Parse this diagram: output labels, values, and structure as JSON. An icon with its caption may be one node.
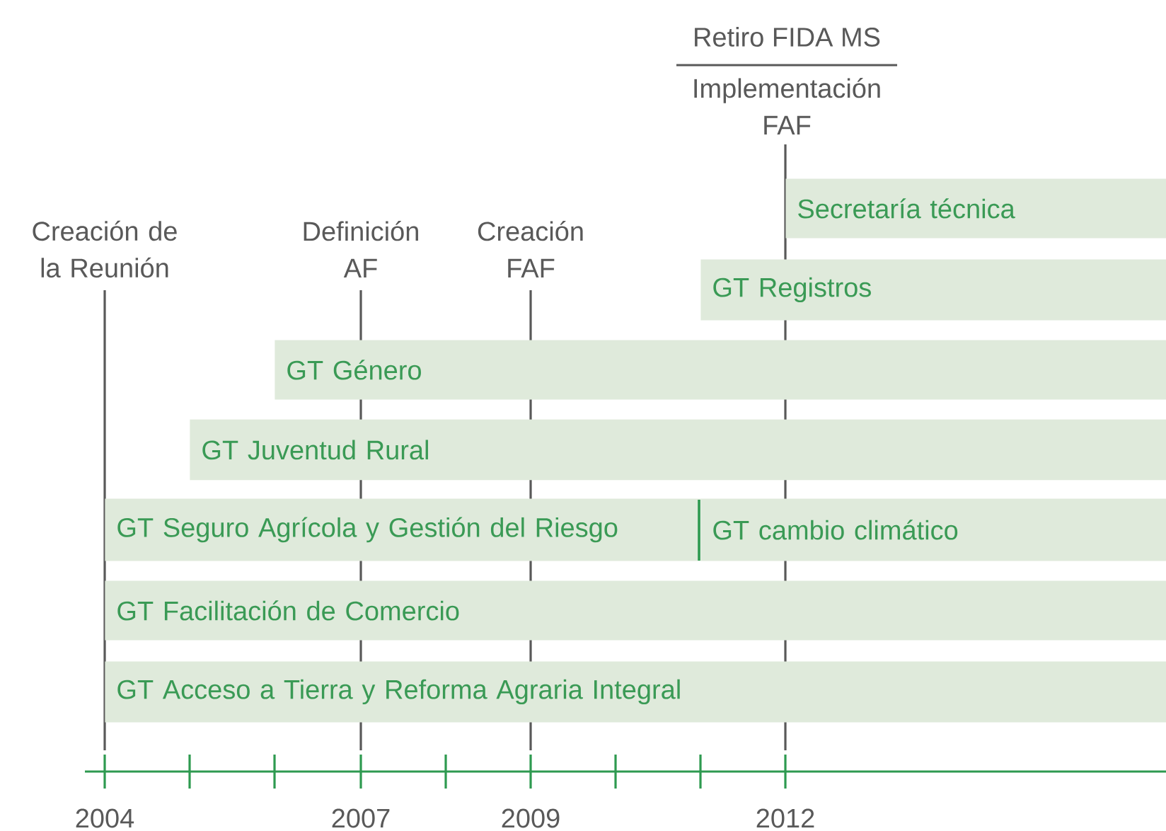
{
  "diagram": {
    "nodes": [
      {
        "text": [
          "Secretaría técnica"
        ]
      },
      {
        "text": [
          "GT Registros"
        ]
      },
      {
        "text": [
          "GT Género"
        ]
      },
      {
        "text": [
          "GT Juventud Rural"
        ]
      },
      {
        "text": [
          "GT Seguro Agrícola y Gestión del Riesgo"
        ]
      },
      {
        "text": [
          "GT cambio climático"
        ]
      },
      {
        "text": [
          "GT Facilitación de Comercio"
        ]
      },
      {
        "text": [
          "GT Acceso a Tierra  y Reforma Agraria Integral"
        ]
      }
    ],
    "labels": [
      "Retiro FIDA MS",
      "Implementación FAF",
      "Creación de la Reunión",
      "Definición AF",
      "Creación FAF",
      "2004",
      "2007",
      "2009",
      "2012"
    ]
  }
}
